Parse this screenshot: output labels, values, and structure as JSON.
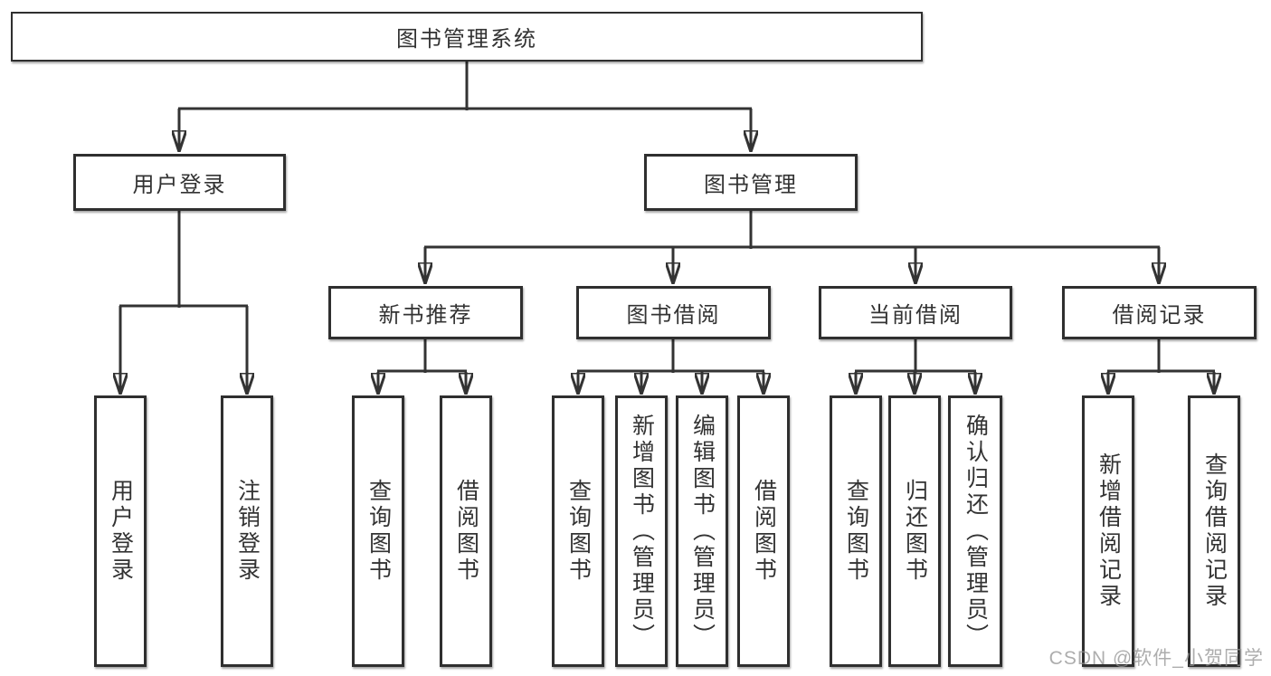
{
  "diagram": {
    "type": "hierarchy-tree",
    "root": {
      "label": "图书管理系统"
    },
    "level2": [
      {
        "label": "用户登录"
      },
      {
        "label": "图书管理"
      }
    ],
    "level3": [
      {
        "label": "新书推荐",
        "parent": "图书管理"
      },
      {
        "label": "图书借阅",
        "parent": "图书管理"
      },
      {
        "label": "当前借阅",
        "parent": "图书管理"
      },
      {
        "label": "借阅记录",
        "parent": "图书管理"
      }
    ],
    "leaves": [
      {
        "label": "用户登录",
        "parent": "用户登录"
      },
      {
        "label": "注销登录",
        "parent": "用户登录"
      },
      {
        "label": "查询图书",
        "parent": "新书推荐"
      },
      {
        "label": "借阅图书",
        "parent": "新书推荐"
      },
      {
        "label": "查询图书",
        "parent": "图书借阅"
      },
      {
        "label": "新增图书（管理员）",
        "parent": "图书借阅"
      },
      {
        "label": "编辑图书（管理员）",
        "parent": "图书借阅"
      },
      {
        "label": "借阅图书",
        "parent": "图书借阅"
      },
      {
        "label": "查询图书",
        "parent": "当前借阅"
      },
      {
        "label": "归还图书",
        "parent": "当前借阅"
      },
      {
        "label": "确认归还（管理员）",
        "parent": "当前借阅"
      },
      {
        "label": "新增借阅记录",
        "parent": "借阅记录"
      },
      {
        "label": "查询借阅记录",
        "parent": "借阅记录"
      }
    ],
    "colors": {
      "line": "#333333",
      "text": "#333333",
      "box_border": "#2f2f2f",
      "box_background": "#ffffff",
      "page_background": "#ffffff"
    }
  },
  "watermark": {
    "text": "CSDN @软件_小贺同学",
    "color": "#919191"
  }
}
